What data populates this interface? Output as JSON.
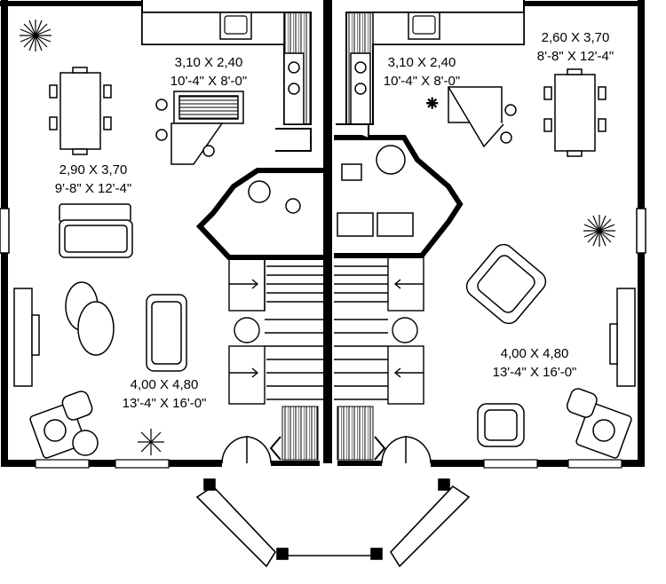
{
  "rooms": {
    "kitchen_left": {
      "metric": "3,10 X 2,40",
      "imperial": "10'-4\" X 8'-0\""
    },
    "kitchen_right": {
      "metric": "3,10 X 2,40",
      "imperial": "10'-4\" X 8'-0\""
    },
    "dining_left": {
      "metric": "2,90 X 3,70",
      "imperial": "9'-8\" X 12'-4\""
    },
    "dining_right": {
      "metric": "2,60 X 3,70",
      "imperial": "8'-8\" X 12'-4\""
    },
    "living_left": {
      "metric": "4,00 X 4,80",
      "imperial": "13'-4\" X 16'-0\""
    },
    "living_right": {
      "metric": "4,00 X 4,80",
      "imperial": "13'-4\" X 16'-0\""
    }
  }
}
